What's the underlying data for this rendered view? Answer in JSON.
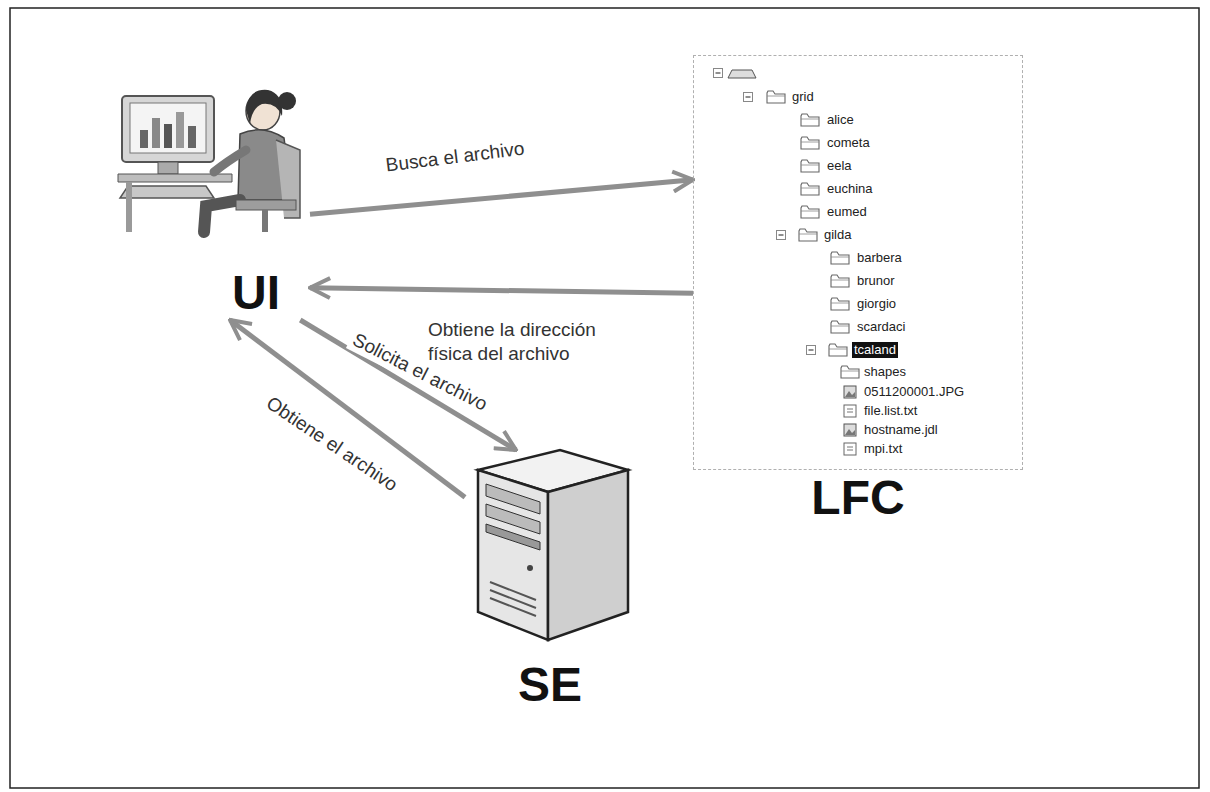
{
  "diagram": {
    "nodes": [
      {
        "text": [
          "UI"
        ]
      },
      {
        "text": [
          "LFC"
        ]
      },
      {
        "text": [
          "SE"
        ]
      }
    ],
    "edges": [
      {
        "from": 0,
        "to": 1,
        "arrow": "to",
        "label": "Busca el archivo"
      },
      {
        "from": 1,
        "to": 0,
        "arrow": "to",
        "label": "Obtiene la dirección física del archivo"
      },
      {
        "from": 0,
        "to": 2,
        "arrow": "to",
        "label": "Solicita el archivo"
      },
      {
        "from": 2,
        "to": 0,
        "arrow": "to",
        "label": "Obtiene el archivo"
      }
    ],
    "labels": [
      "grid",
      "alice",
      "cometa",
      "eela",
      "euchina",
      "eumed",
      "gilda",
      "barbera",
      "brunor",
      "giorgio",
      "scardaci",
      "tcaland",
      "shapes",
      "0511200001.JPG",
      "file.list.txt",
      "hostname.jdl",
      "mpi.txt"
    ]
  }
}
